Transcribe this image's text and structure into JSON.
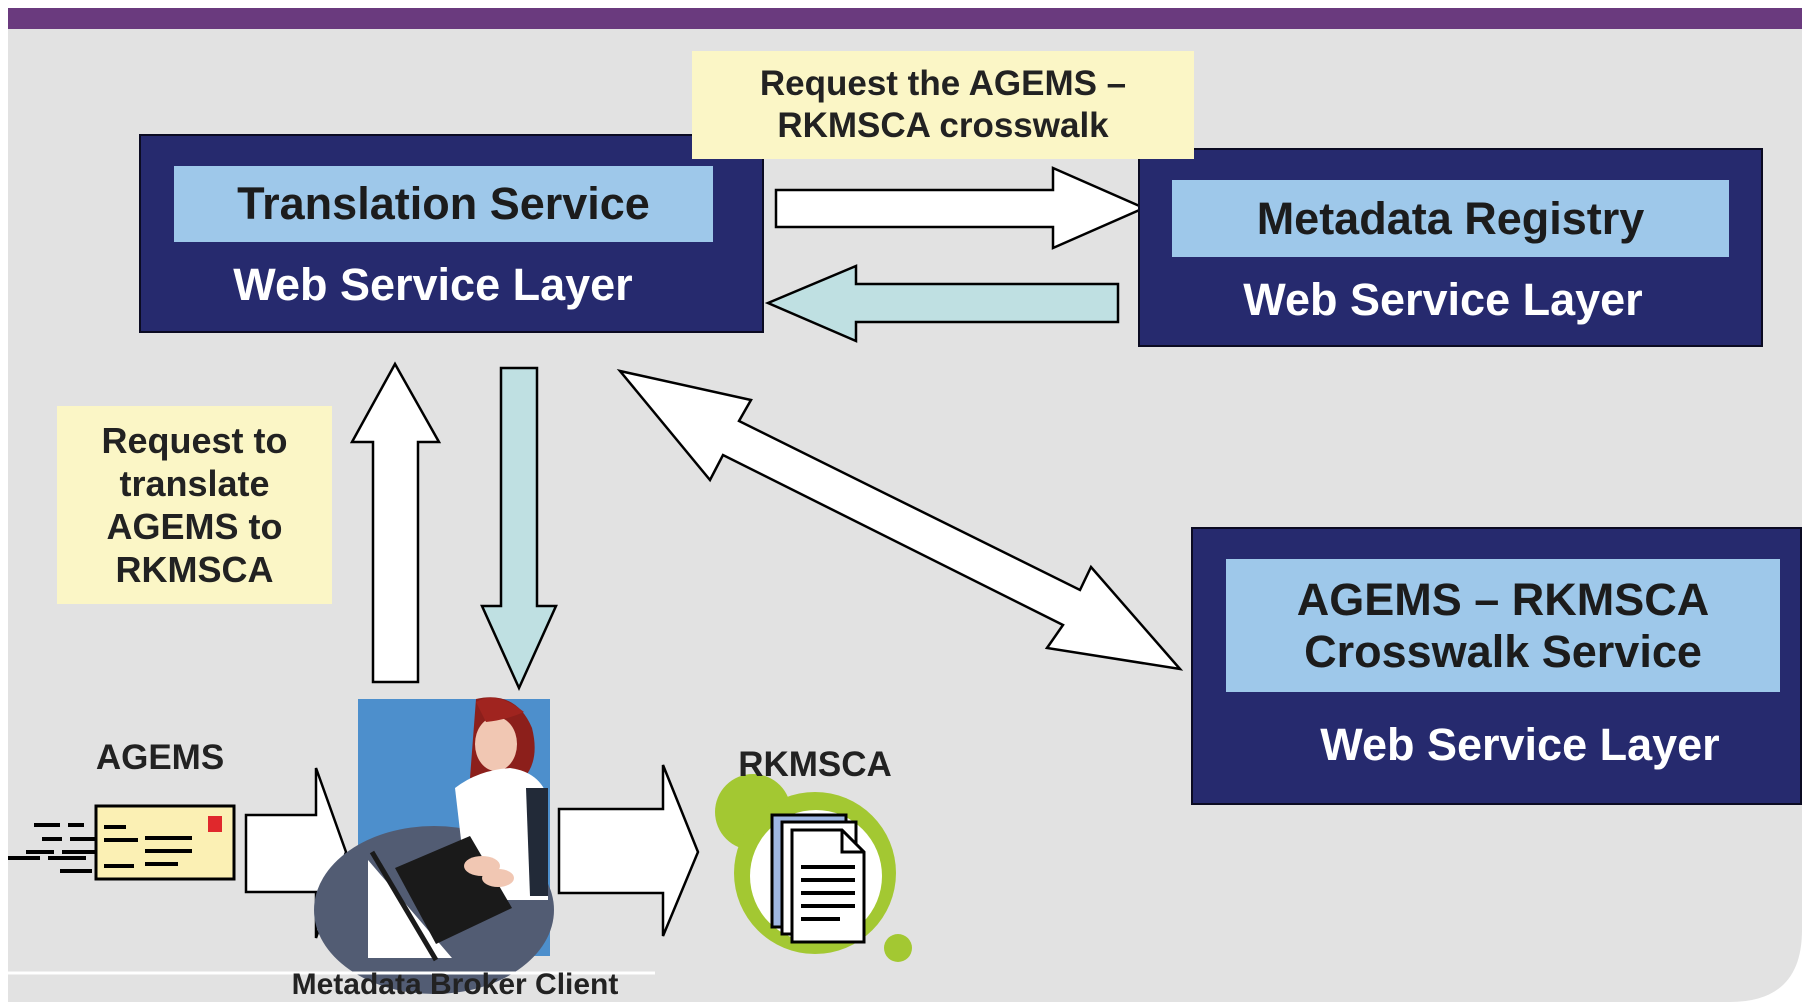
{
  "colors": {
    "top_bar": "#6a3a7e",
    "background": "#e2e2e2",
    "box_fill": "#262a6e",
    "band_fill": "#9ec8ea",
    "note_fill": "#fbf6c6",
    "return_arrow_fill": "#bfe0e2",
    "request_arrow_fill": "#ffffff"
  },
  "translation_service": {
    "title": "Translation Service",
    "layer": "Web Service Layer"
  },
  "metadata_registry": {
    "title": "Metadata Registry",
    "layer": "Web Service Layer"
  },
  "crosswalk_service": {
    "title_line1": "AGEMS – RKMSCA",
    "title_line2": "Crosswalk Service",
    "layer": "Web Service Layer"
  },
  "notes": {
    "request_crosswalk_line1": "Request the AGEMS –",
    "request_crosswalk_line2": "RKMSCA crosswalk",
    "request_translate_line1": "Request to",
    "request_translate_line2": "translate",
    "request_translate_line3": "AGEMS to",
    "request_translate_line4": "RKMSCA"
  },
  "labels": {
    "input_format": "AGEMS",
    "output_format": "RKMSCA",
    "client": "Metadata Broker Client"
  },
  "icons": [
    "envelope-icon",
    "person-at-computer-icon",
    "document-stack-icon"
  ]
}
